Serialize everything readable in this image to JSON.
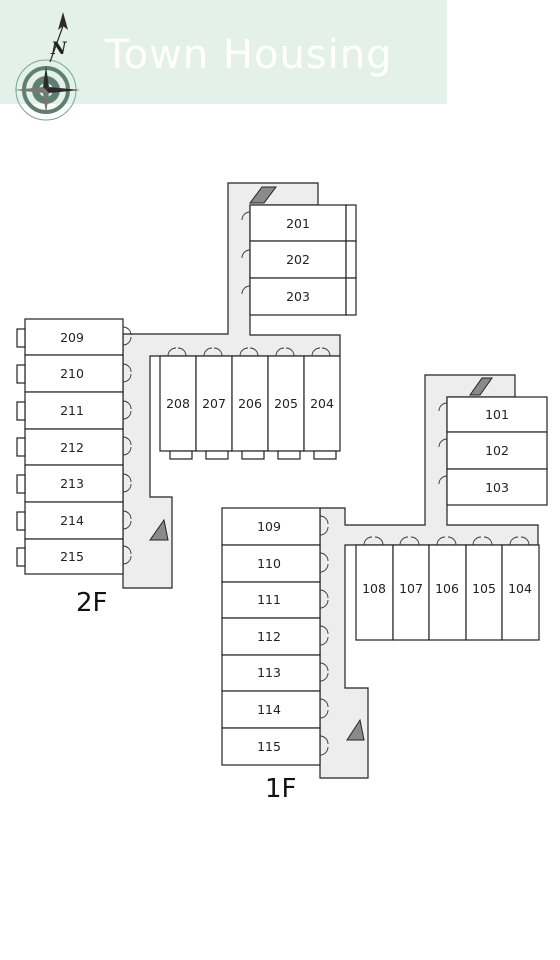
{
  "header": {
    "brand": "Town Housing",
    "north_label": "N"
  },
  "floors": {
    "second": {
      "label": "2F",
      "units_north": [
        "201",
        "202",
        "203"
      ],
      "units_middle": [
        "208",
        "207",
        "206",
        "205",
        "204"
      ],
      "units_west": [
        "209",
        "210",
        "211",
        "212",
        "213",
        "214",
        "215"
      ]
    },
    "first": {
      "label": "1F",
      "units_east": [
        "101",
        "102",
        "103"
      ],
      "units_middle": [
        "108",
        "107",
        "106",
        "105",
        "104"
      ],
      "units_west": [
        "109",
        "110",
        "111",
        "112",
        "113",
        "114",
        "115"
      ]
    }
  },
  "colors": {
    "banner": "#e3f1ea",
    "corridor": "#ededed",
    "stair": "#8a8a8a"
  }
}
